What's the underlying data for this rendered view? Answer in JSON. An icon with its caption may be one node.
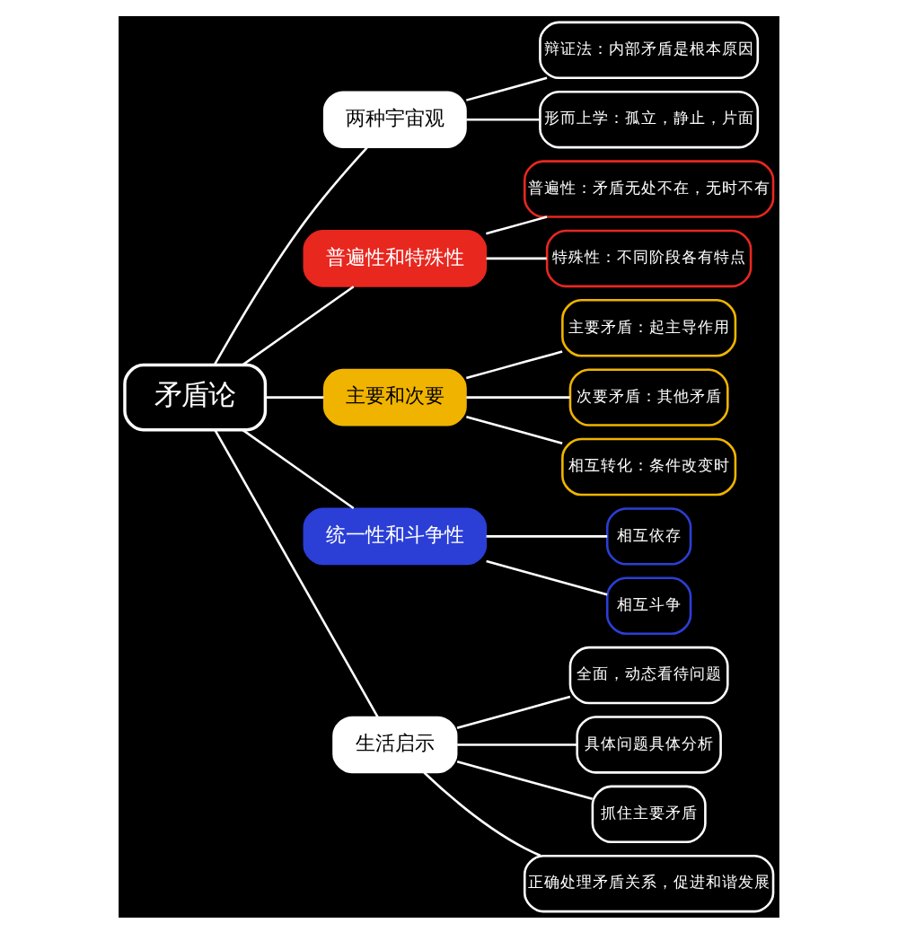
{
  "diagram": {
    "nodes": [
      {
        "text": [
          "矛盾论"
        ]
      },
      {
        "text": [
          "两种宇宙观"
        ]
      },
      {
        "text": [
          "辩证法：内部矛盾是根本原因"
        ]
      },
      {
        "text": [
          "形而上学：孤立，静止，片面"
        ]
      },
      {
        "text": [
          "普遍性和特殊性"
        ]
      },
      {
        "text": [
          "普遍性：矛盾无处不在，无时不有"
        ]
      },
      {
        "text": [
          "特殊性：不同阶段各有特点"
        ]
      },
      {
        "text": [
          "主要和次要"
        ]
      },
      {
        "text": [
          "主要矛盾：起主导作用"
        ]
      },
      {
        "text": [
          "次要矛盾：其他矛盾"
        ]
      },
      {
        "text": [
          "相互转化：条件改变时"
        ]
      },
      {
        "text": [
          "统一性和斗争性"
        ]
      },
      {
        "text": [
          "相互依存"
        ]
      },
      {
        "text": [
          "相互斗争"
        ]
      },
      {
        "text": [
          "生活启示"
        ]
      },
      {
        "text": [
          "全面，动态看待问题"
        ]
      },
      {
        "text": [
          "具体问题具体分析"
        ]
      },
      {
        "text": [
          "抓住主要矛盾"
        ]
      },
      {
        "text": [
          "正确处理矛盾关系，促进和谐发展"
        ]
      }
    ],
    "edges": [
      {
        "from": 0,
        "to": 1,
        "arrow": "none"
      },
      {
        "from": 0,
        "to": 4,
        "arrow": "none"
      },
      {
        "from": 0,
        "to": 7,
        "arrow": "none"
      },
      {
        "from": 0,
        "to": 11,
        "arrow": "none"
      },
      {
        "from": 0,
        "to": 14,
        "arrow": "none"
      },
      {
        "from": 1,
        "to": 2,
        "arrow": "none"
      },
      {
        "from": 1,
        "to": 3,
        "arrow": "none"
      },
      {
        "from": 4,
        "to": 5,
        "arrow": "none"
      },
      {
        "from": 4,
        "to": 6,
        "arrow": "none"
      },
      {
        "from": 7,
        "to": 8,
        "arrow": "none"
      },
      {
        "from": 7,
        "to": 9,
        "arrow": "none"
      },
      {
        "from": 7,
        "to": 10,
        "arrow": "none"
      },
      {
        "from": 11,
        "to": 12,
        "arrow": "none"
      },
      {
        "from": 11,
        "to": 13,
        "arrow": "none"
      },
      {
        "from": 14,
        "to": 15,
        "arrow": "none"
      },
      {
        "from": 14,
        "to": 16,
        "arrow": "none"
      },
      {
        "from": 14,
        "to": 17,
        "arrow": "none"
      },
      {
        "from": 14,
        "to": 18,
        "arrow": "none"
      }
    ]
  }
}
